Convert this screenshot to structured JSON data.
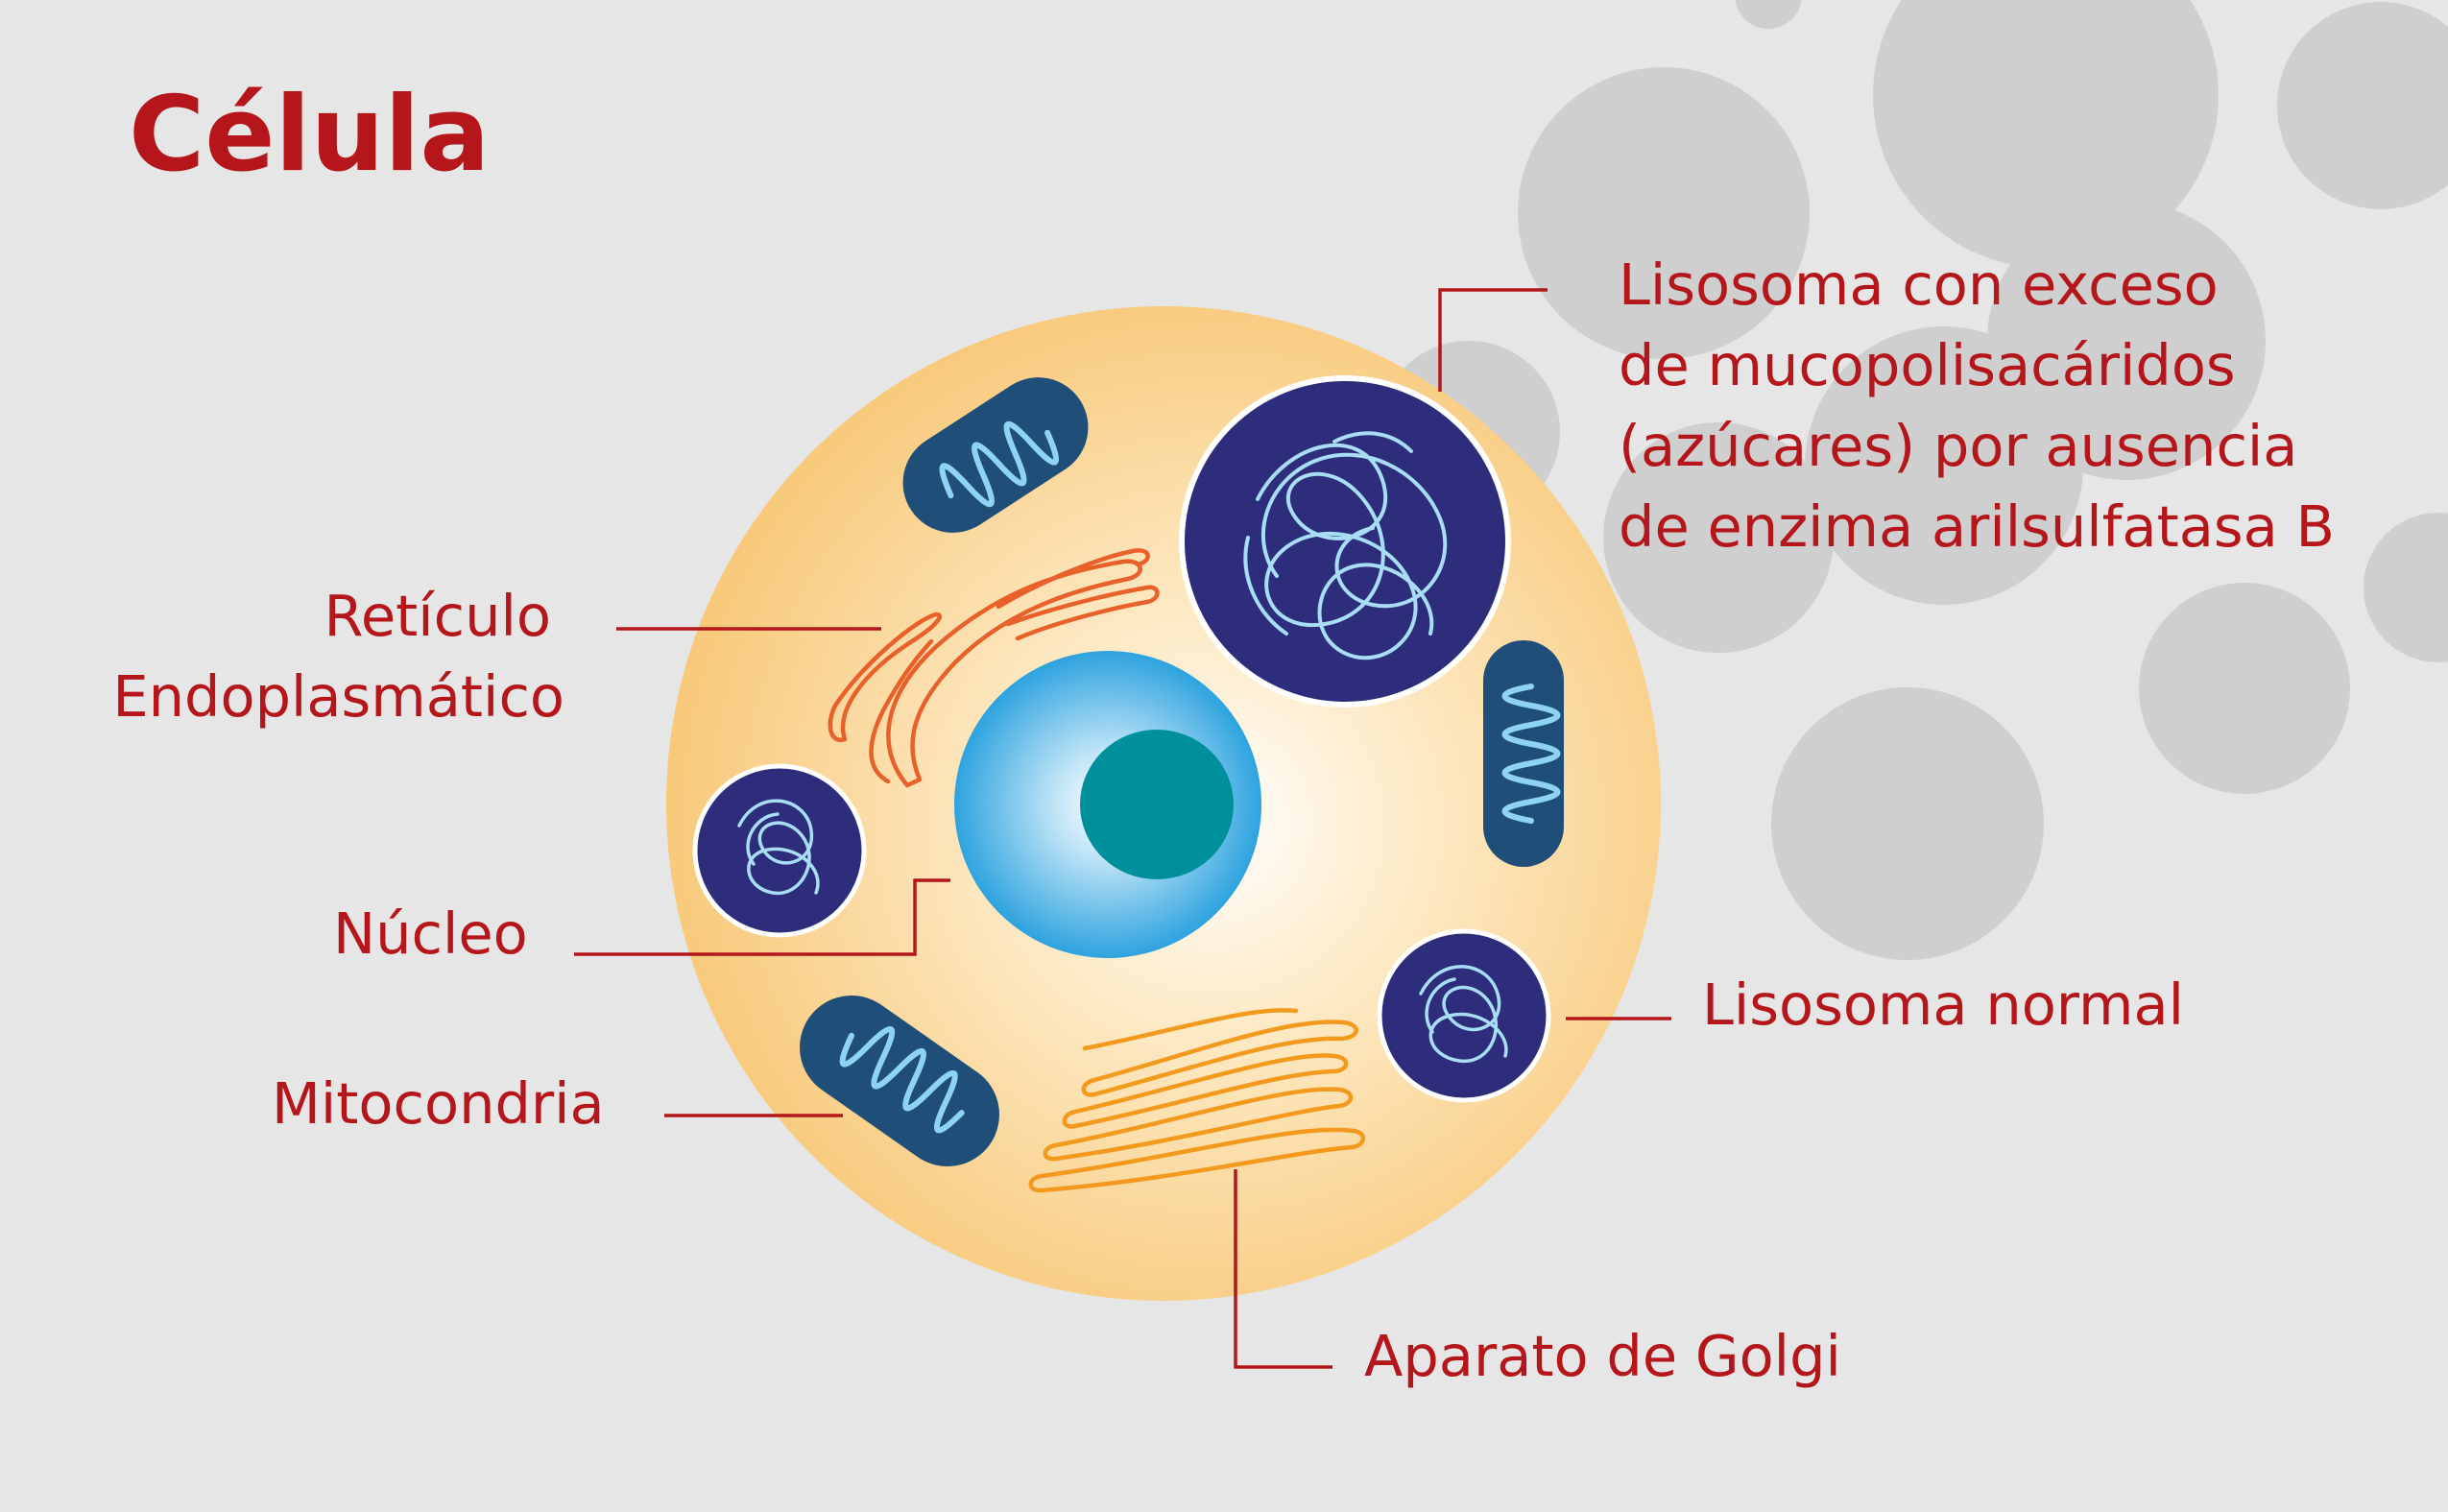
{
  "title": "Célula",
  "labels": {
    "reticulo_line1": "Retículo",
    "reticulo_line2": "Endoplasmático",
    "nucleo": "Núcleo",
    "mitocondria": "Mitocondria",
    "golgi": "Aparato de Golgi",
    "lisosoma_normal": "Lisosoma normal",
    "lisosoma_exceso": [
      "Lisosoma con exceso",
      "de mucopolisacáridos",
      "(azúcares) por ausencia",
      "de enzima arilsulfatasa B"
    ]
  },
  "colors": {
    "background": "#e6e6e6",
    "label_red": "#b5161b",
    "cytoplasm": "#f8cd84",
    "nucleus_blue": "#44aee3",
    "nucleolus_teal": "#00909c",
    "mitochondria_navy": "#1f4e79",
    "lysosome_indigo": "#2e2d7c",
    "er_orange": "#e8602a",
    "golgi_orange": "#f39a1e",
    "deco_circle_grey": "#cfcfcf"
  }
}
